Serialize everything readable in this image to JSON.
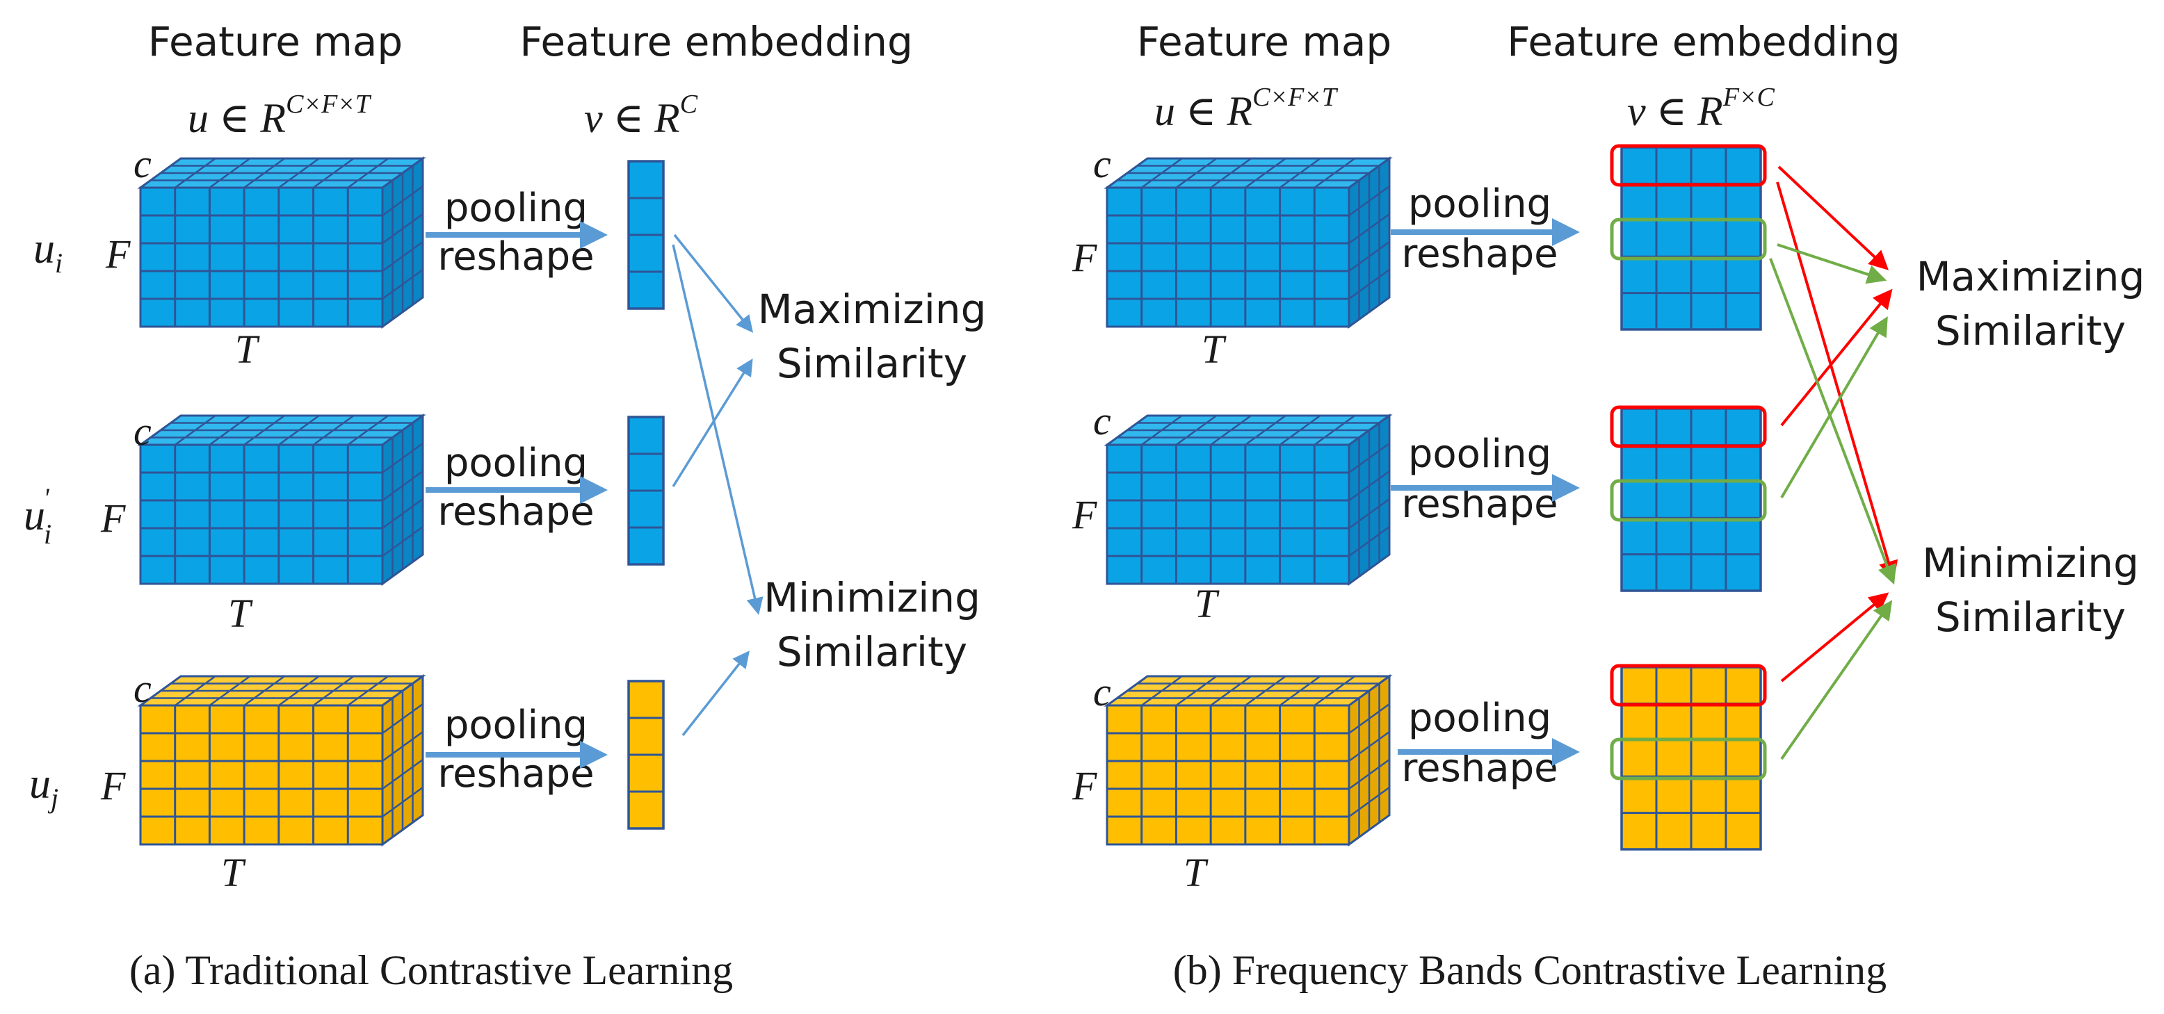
{
  "colors": {
    "blue_face": "#0aa4e6",
    "blue_top": "#31b9ef",
    "blue_side": "#0a86c4",
    "orange_face": "#ffbf00",
    "orange_top": "#ffcc33",
    "orange_side": "#e6a800",
    "grid_line": "#2f5597",
    "arrow_blue": "#5b9bd5",
    "red": "#ff0000",
    "green": "#70ad47"
  },
  "panel_a": {
    "header_feature_map": "Feature map",
    "header_feature_embedding": "Feature embedding",
    "formula_u": "u ∈ R",
    "formula_u_sup": "C×F×T",
    "formula_v": "ν ∈ R",
    "formula_v_sup": "C",
    "rows": [
      {
        "label": "u",
        "sub": "i",
        "prime": "",
        "color": "blue"
      },
      {
        "label": "u",
        "sub": "i",
        "prime": "'",
        "color": "blue"
      },
      {
        "label": "u",
        "sub": "j",
        "prime": "",
        "color": "orange"
      }
    ],
    "axis_c": "c",
    "axis_f": "F",
    "axis_t": "T",
    "pooling": "pooling",
    "reshape": "reshape",
    "maximizing": "Maximizing",
    "similarity": "Similarity",
    "minimizing": "Minimizing",
    "caption": "(a) Traditional Contrastive Learning"
  },
  "panel_b": {
    "header_feature_map": "Feature map",
    "header_feature_embedding": "Feature embedding",
    "formula_u": "u ∈ R",
    "formula_u_sup": "C×F×T",
    "formula_v": "ν ∈ R",
    "formula_v_sup": "F×C",
    "axis_c": "c",
    "axis_f": "F",
    "axis_t": "T",
    "pooling": "pooling",
    "reshape": "reshape",
    "maximizing": "Maximizing",
    "similarity": "Similarity",
    "minimizing": "Minimizing",
    "caption": "(b) Frequency Bands Contrastive Learning"
  }
}
